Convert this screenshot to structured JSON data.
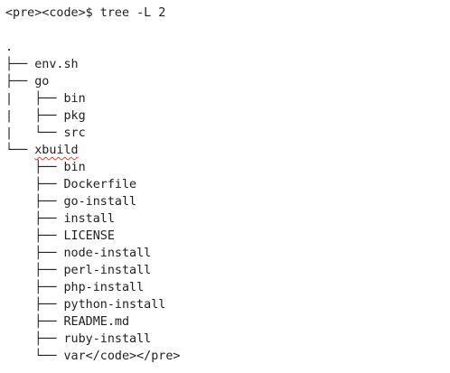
{
  "command": "<pre><code>$ tree -L 2",
  "tree": [
    {
      "prefix": "",
      "name": "."
    },
    {
      "prefix": "├── ",
      "name": "env.sh"
    },
    {
      "prefix": "├── ",
      "name": "go"
    },
    {
      "prefix": "|   ├── ",
      "name": "bin"
    },
    {
      "prefix": "|   ├── ",
      "name": "pkg"
    },
    {
      "prefix": "|   └── ",
      "name": "src"
    },
    {
      "prefix": "└── ",
      "name": "xbuild",
      "spellcheck": true
    },
    {
      "prefix": "    ├── ",
      "name": "bin"
    },
    {
      "prefix": "    ├── ",
      "name": "Dockerfile"
    },
    {
      "prefix": "    ├── ",
      "name": "go-install"
    },
    {
      "prefix": "    ├── ",
      "name": "install"
    },
    {
      "prefix": "    ├── ",
      "name": "LICENSE"
    },
    {
      "prefix": "    ├── ",
      "name": "node-install"
    },
    {
      "prefix": "    ├── ",
      "name": "perl-install"
    },
    {
      "prefix": "    ├── ",
      "name": "php-install"
    },
    {
      "prefix": "    ├── ",
      "name": "python-install"
    },
    {
      "prefix": "    ├── ",
      "name": "README.md"
    },
    {
      "prefix": "    ├── ",
      "name": "ruby-install"
    },
    {
      "prefix": "    └── ",
      "name": "var</code></pre>"
    }
  ],
  "colors": {
    "text": "#1f1f1f",
    "spellcheck_underline": "#e0443e",
    "background": "#ffffff"
  }
}
